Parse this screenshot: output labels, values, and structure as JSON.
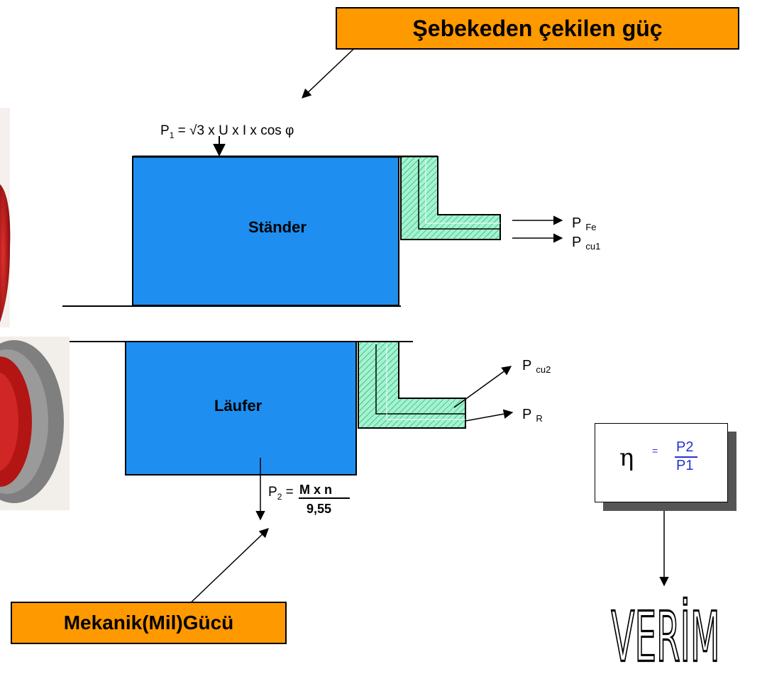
{
  "callouts": {
    "grid_power": "Şebekeden çekilen güç",
    "mechanical_power": "Mekanik(Mil)Gücü"
  },
  "stator": {
    "label": "Ständer",
    "input_formula": "P1 = √3 x U x I x cos φ",
    "losses": [
      {
        "symbol": "P",
        "subscript": "Fe"
      },
      {
        "symbol": "P",
        "subscript": "cu1"
      }
    ]
  },
  "rotor": {
    "label": "Läufer",
    "output_lhs": "P2 =",
    "output_numerator": "M x n",
    "output_denominator": "9,55",
    "losses": [
      {
        "symbol": "P",
        "subscript": "cu2"
      },
      {
        "symbol": "P",
        "subscript": "R"
      }
    ]
  },
  "efficiency": {
    "symbol": "η",
    "equals": "=",
    "numerator": "P2",
    "denominator": "P1",
    "word": "VERİM"
  },
  "colors": {
    "block_fill": "#1E8FF0",
    "hatch_fill": "#9EF5CF",
    "callout_fill": "#FF9900",
    "fraction_blue": "#2233CC",
    "photo_red": "#B31414"
  }
}
